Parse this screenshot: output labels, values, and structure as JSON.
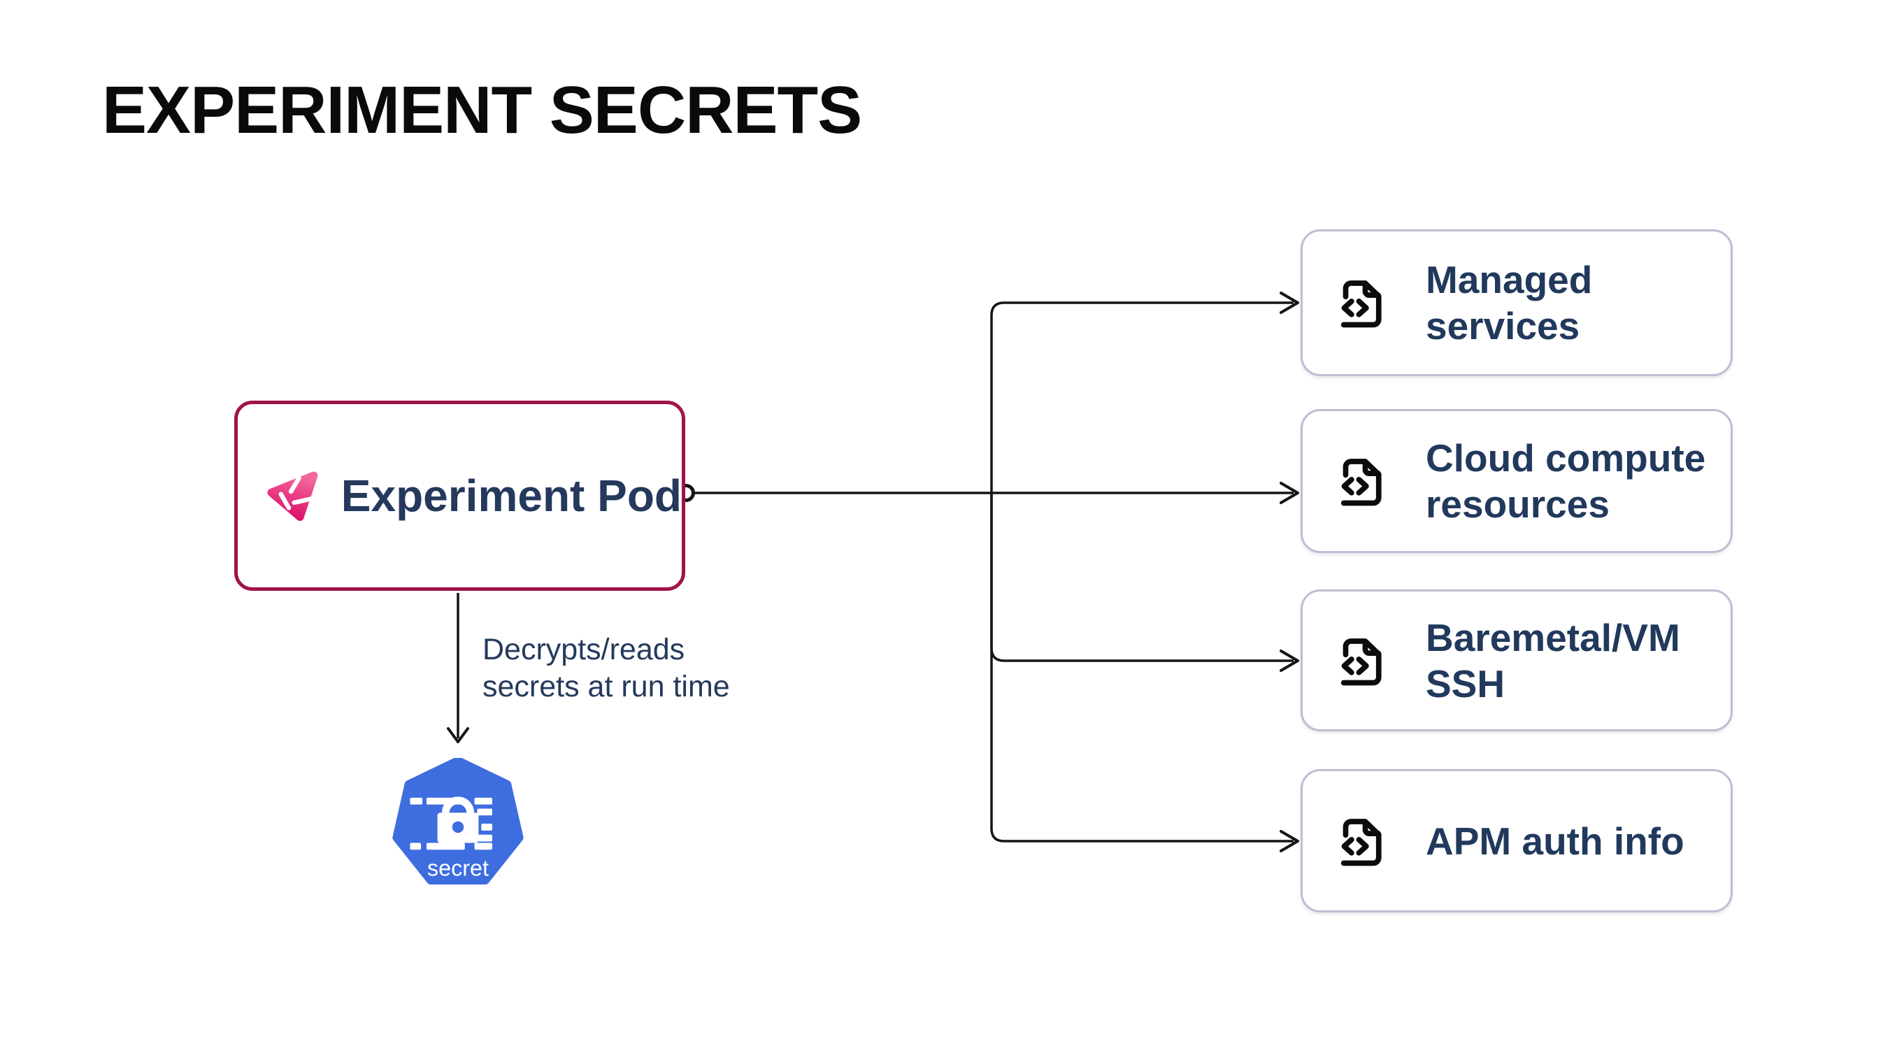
{
  "title": "EXPERIMENT SECRETS",
  "pod": {
    "label": "Experiment Pod"
  },
  "edge_label": "Decrypts/reads\nsecrets at run time",
  "secret": {
    "label": "secret"
  },
  "targets": [
    {
      "label": "Managed\nservices"
    },
    {
      "label": "Cloud compute\nresources"
    },
    {
      "label": "Baremetal/VM\nSSH"
    },
    {
      "label": "APM auth info"
    }
  ],
  "icons": {
    "pod_logo": "litmus-experiment-logo",
    "target_icon": "code-file-icon",
    "secret_icon": "kubernetes-secret-icon"
  },
  "colors": {
    "pod_border": "#a01349",
    "target_border": "#bcbed3",
    "heading_text": "#0a0a0a",
    "label_text": "#21395c",
    "secret_blue": "#3d6dde",
    "logo_pink_top": "#f4679c",
    "logo_pink_bottom": "#de0f6b",
    "line": "#151515"
  }
}
